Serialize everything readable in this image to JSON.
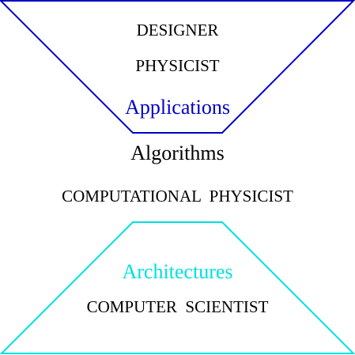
{
  "top_block": {
    "roles": [
      "DESIGNER",
      "PHYSICIST"
    ],
    "title": "Applications",
    "color": "#0000c8"
  },
  "middle_block": {
    "title": "Algorithms",
    "role": "COMPUTATIONAL  PHYSICIST",
    "color": "#000000"
  },
  "bottom_block": {
    "title": "Architectures",
    "role": "COMPUTER  SCIENTIST",
    "color": "#00e0e0"
  }
}
